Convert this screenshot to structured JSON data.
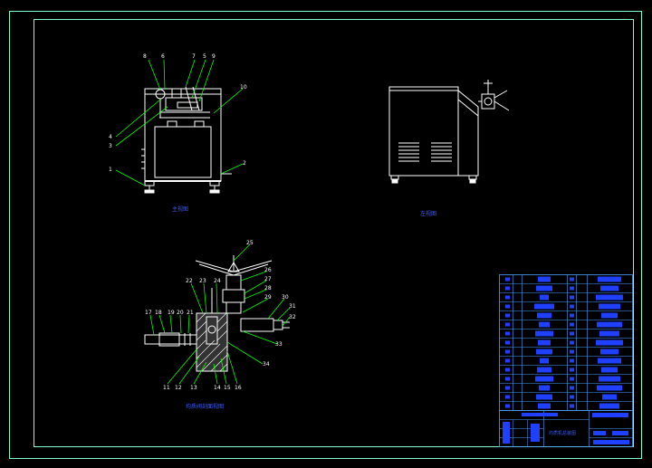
{
  "colors": {
    "background": "#000000",
    "border": "#7fffd4",
    "geometry": "#ffffff",
    "leader": "#00ff00",
    "caption": "#3d5cff",
    "table_fill": "#2040ff",
    "table_grid": "#4aa0ff"
  },
  "views": {
    "front": {
      "caption": "主视图",
      "labels": [
        "8",
        "6",
        "7",
        "5",
        "9",
        "10",
        "4",
        "3",
        "1",
        "2"
      ]
    },
    "side": {
      "caption": "左视图"
    },
    "section": {
      "caption": "均质阀剖面视图",
      "labels": [
        "25",
        "26",
        "27",
        "28",
        "29",
        "30",
        "31",
        "32",
        "33",
        "34",
        "22",
        "23",
        "24",
        "17",
        "18",
        "19",
        "20",
        "21",
        "11",
        "12",
        "13",
        "14",
        "15",
        "16"
      ]
    }
  },
  "title_block": {
    "drawing_title": "均质机总装图",
    "bom_rows": 15
  }
}
